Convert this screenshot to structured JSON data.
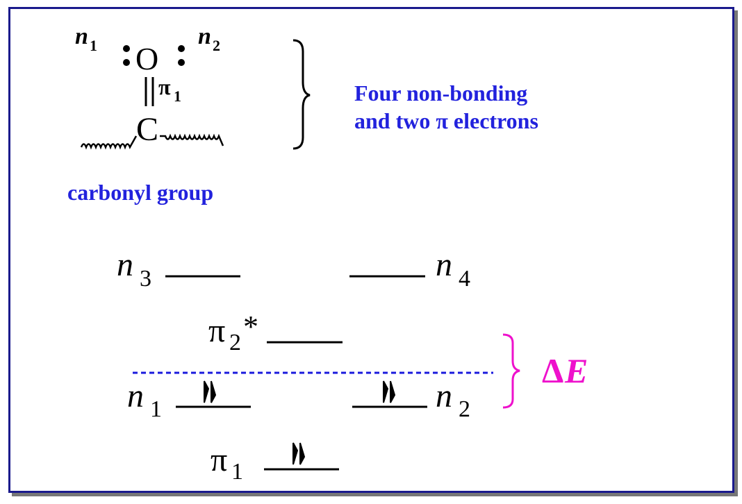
{
  "structure": {
    "n1_label": "n",
    "n1_sub": "1",
    "n2_label": "n",
    "n2_sub": "2",
    "atom_o": "O",
    "atom_c": "C",
    "pi_label": "π",
    "pi_sub": "1",
    "caption": "carbonyl group"
  },
  "annotation": {
    "line1": "Four non-bonding",
    "line2": "and two π electrons"
  },
  "levels": {
    "n3": {
      "label": "n",
      "sub": "3"
    },
    "n4": {
      "label": "n",
      "sub": "4"
    },
    "pi2": {
      "label": "π",
      "sub": "2",
      "sup": "*"
    },
    "n1": {
      "label": "n",
      "sub": "1"
    },
    "n2": {
      "label": "n",
      "sub": "2"
    },
    "pi1": {
      "label": "π",
      "sub": "1"
    }
  },
  "gap": {
    "label_delta": "Δ",
    "label_e": "E"
  },
  "colors": {
    "frame": "#1a1a8c",
    "annotation_text": "#2222dd",
    "dashed_line": "#1a1add",
    "delta_e": "#ee11cc",
    "levels": "#000000"
  }
}
